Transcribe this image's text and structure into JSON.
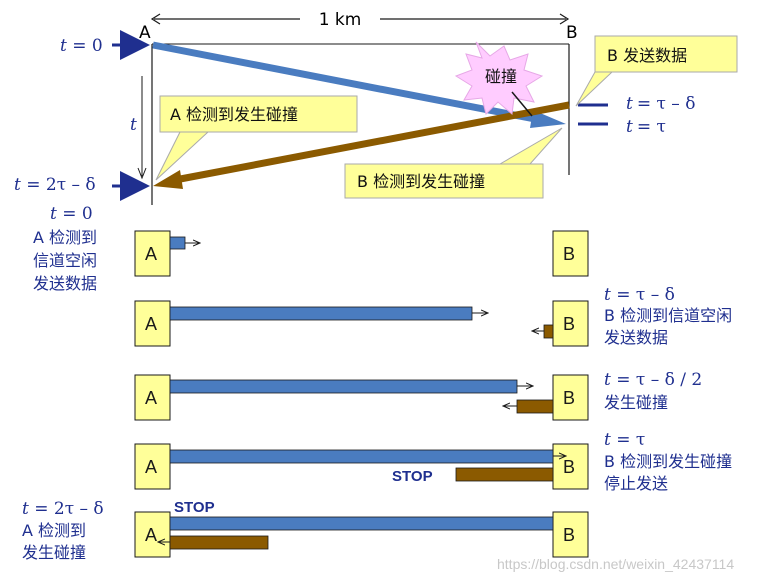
{
  "top": {
    "label_a": "A",
    "label_b": "B",
    "distance": "1 km",
    "t0_var": "t",
    "t0_rest": " = 0",
    "t_axis": "t",
    "t_end_var": "t",
    "t_end_rest": " = 2τ – δ",
    "tb1": "= τ – δ",
    "tb1_var": "t",
    "tb2": "= τ",
    "tb2_var": "t",
    "collision": "碰撞",
    "callout_b_send": "B 发送数据",
    "callout_a_detect": "A 检测到发生碰撞",
    "callout_b_detect": "B 检测到发生碰撞"
  },
  "rows": [
    {
      "station_a": "A",
      "station_b": "B",
      "left_time_var": "t",
      "left_time_rest": " = 0",
      "left_lines": [
        "A 检测到",
        "信道空闲",
        "发送数据"
      ]
    },
    {
      "station_a": "A",
      "station_b": "B",
      "right_time_var": "t",
      "right_time_rest": " = τ – δ",
      "right_lines": [
        "B 检测到信道空闲",
        "发送数据"
      ]
    },
    {
      "station_a": "A",
      "station_b": "B",
      "right_time_var": "t",
      "right_time_rest": " = τ – δ / 2",
      "right_lines": [
        "发生碰撞"
      ]
    },
    {
      "station_a": "A",
      "station_b": "B",
      "stop": "STOP",
      "right_time_var": "t",
      "right_time_rest": " = τ",
      "right_lines": [
        "B 检测到发生碰撞",
        "停止发送"
      ]
    },
    {
      "station_a": "A",
      "station_b": "B",
      "stop": "STOP",
      "left_time_var": "t",
      "left_time_rest": " = 2τ – δ",
      "left_lines": [
        "A 检测到",
        "发生碰撞"
      ]
    }
  ],
  "watermark": "https://blog.csdn.net/weixin_42437114",
  "colors": {
    "blue_signal": "#4a7cc0",
    "brown_signal": "#8b5a00",
    "box_fill": "#ffff99",
    "text_blue": "#1f2f8f"
  }
}
